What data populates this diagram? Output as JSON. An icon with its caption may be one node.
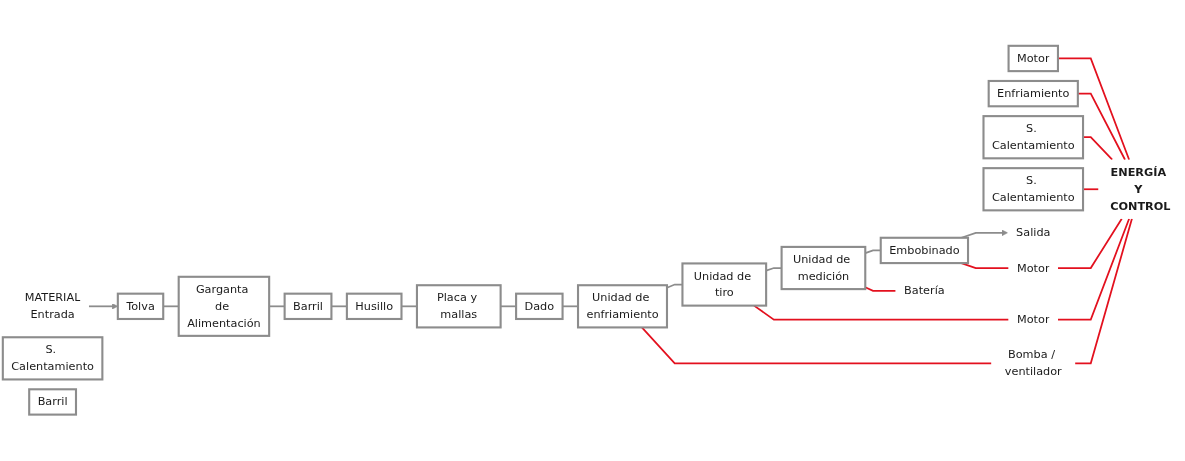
{
  "diagram": {
    "nodes": [
      {
        "text": [
          "MATERIAL",
          "Entrada"
        ]
      },
      {
        "text": [
          "Tolva"
        ]
      },
      {
        "text": [
          "Garganta de Alimentación"
        ]
      },
      {
        "text": [
          "S. Calentamiento"
        ]
      },
      {
        "text": [
          "Barril"
        ]
      },
      {
        "text": [
          "Motor"
        ]
      },
      {
        "text": [
          "Husillo"
        ]
      },
      {
        "text": [
          "Barril"
        ]
      },
      {
        "text": [
          "Enfriamiento"
        ]
      },
      {
        "text": [
          "S. Calentamiento"
        ]
      },
      {
        "text": [
          "Placa y mallas"
        ]
      },
      {
        "text": [
          "Dado"
        ]
      },
      {
        "text": [
          "S. Calentamiento"
        ]
      },
      {
        "text": [
          "Unidad de enfriamiento"
        ]
      },
      {
        "text": [
          "Bomba / ventilador"
        ]
      },
      {
        "text": [
          "Unidad de tiro"
        ]
      },
      {
        "text": [
          "Motor"
        ]
      },
      {
        "text": [
          "Unidad de medición"
        ]
      },
      {
        "text": [
          "Batería"
        ]
      },
      {
        "text": [
          "Embobinado"
        ]
      },
      {
        "text": [
          "Motor"
        ]
      },
      {
        "text": [
          "Salida"
        ]
      },
      {
        "text": [
          "ENERGÍA Y CONTROL"
        ]
      }
    ],
    "edges": [
      {
        "from": 0,
        "to": 1,
        "arrow": "to"
      },
      {
        "from": 1,
        "to": 2,
        "arrow": "none"
      },
      {
        "from": 2,
        "to": 4,
        "arrow": "none"
      },
      {
        "from": 4,
        "to": 6,
        "arrow": "none"
      },
      {
        "from": 6,
        "to": 10,
        "arrow": "none"
      },
      {
        "from": 10,
        "to": 11,
        "arrow": "none"
      },
      {
        "from": 11,
        "to": 13,
        "arrow": "none"
      },
      {
        "from": 13,
        "to": 15,
        "arrow": "none"
      },
      {
        "from": 15,
        "to": 17,
        "arrow": "none"
      },
      {
        "from": 17,
        "to": 19,
        "arrow": "none"
      },
      {
        "from": 19,
        "to": 21,
        "arrow": "to"
      },
      {
        "from": 5,
        "to": 22,
        "arrow": "none",
        "color": "#e3101e"
      },
      {
        "from": 8,
        "to": 22,
        "arrow": "none",
        "color": "#e3101e"
      },
      {
        "from": 9,
        "to": 22,
        "arrow": "none",
        "color": "#e3101e"
      },
      {
        "from": 12,
        "to": 22,
        "arrow": "none",
        "color": "#e3101e"
      },
      {
        "from": 13,
        "to": 14,
        "arrow": "none",
        "color": "#e3101e"
      },
      {
        "from": 14,
        "to": 22,
        "arrow": "none",
        "color": "#e3101e"
      },
      {
        "from": 15,
        "to": 16,
        "arrow": "none",
        "color": "#e3101e"
      },
      {
        "from": 16,
        "to": 22,
        "arrow": "none",
        "color": "#e3101e"
      },
      {
        "from": 17,
        "to": 18,
        "arrow": "none",
        "color": "#e3101e"
      },
      {
        "from": 19,
        "to": 20,
        "arrow": "none",
        "color": "#e3101e"
      },
      {
        "from": 20,
        "to": 22,
        "arrow": "none",
        "color": "#e3101e"
      }
    ]
  }
}
